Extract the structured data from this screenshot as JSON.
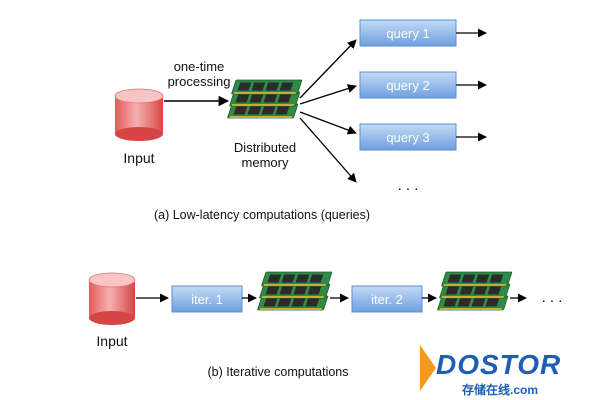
{
  "colors": {
    "disk_light": "#f4a3a3",
    "disk_dark": "#d94848",
    "query_light": "#a9c8ee",
    "query_dark": "#5b8fd6",
    "ram_board": "#2f8a45",
    "ram_chip": "#2b2b2b",
    "logo_blue": "#1c5fb5",
    "logo_orange": "#f29a1f"
  },
  "diagram_a": {
    "input_label": "Input",
    "edge_label_line1": "one-time",
    "edge_label_line2": "processing",
    "memory_label_line1": "Distributed",
    "memory_label_line2": "memory",
    "queries": [
      "query 1",
      "query 2",
      "query 3"
    ],
    "ellipsis": ". . .",
    "caption": "(a) Low-latency computations (queries)"
  },
  "diagram_b": {
    "input_label": "Input",
    "iterations": [
      "iter. 1",
      "iter. 2"
    ],
    "ellipsis": ". . .",
    "caption": "(b) Iterative computations"
  },
  "watermark": {
    "logo_text": "DOSTOR",
    "logo_subtext": "存储在线.com"
  }
}
